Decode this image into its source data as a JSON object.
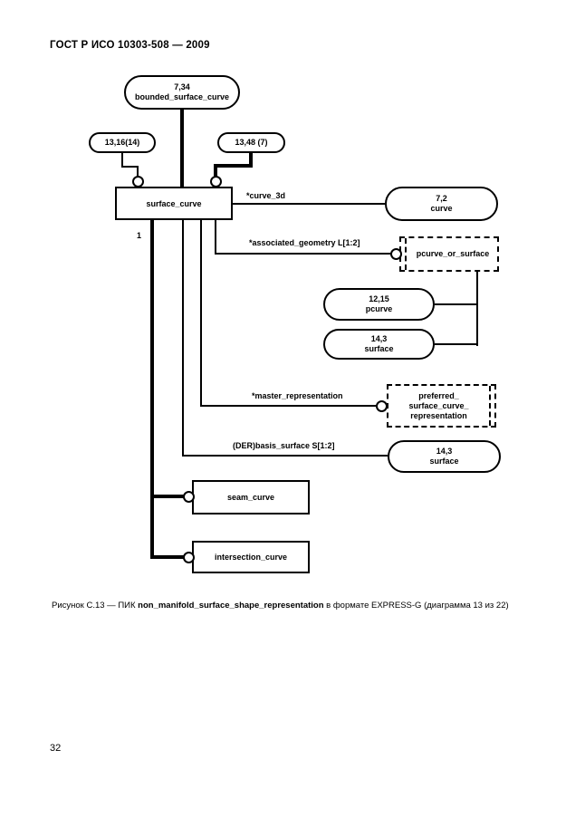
{
  "page": {
    "header": "ГОСТ Р ИСО 10303-508 — 2009",
    "page_number": "32"
  },
  "caption": {
    "prefix": "Рисунок С.13 — ПИК ",
    "entity": "non_manifold_surface_shape_representation",
    "suffix": " в формате EXPRESS-G (диаграмма 13 из 22)"
  },
  "diagram": {
    "type": "EXPRESS-G",
    "nodes": {
      "bounded_surface_curve": {
        "ref": "7,34",
        "name": "bounded_surface_curve"
      },
      "pageref_left": {
        "ref": "13,16(14)"
      },
      "pageref_right": {
        "ref": "13,48 (7)"
      },
      "surface_curve": {
        "name": "surface_curve"
      },
      "curve": {
        "ref": "7,2",
        "name": "curve"
      },
      "pcurve_or_surface": {
        "name": "pcurve_or_surface"
      },
      "pcurve": {
        "ref": "12,15",
        "name": "pcurve"
      },
      "surface_upper": {
        "ref": "14,3",
        "name": "surface"
      },
      "preferred_surface_curve_representation": {
        "line1": "preferred_",
        "line2": "surface_curve_",
        "line3": "representation"
      },
      "surface_lower": {
        "ref": "14,3",
        "name": "surface"
      },
      "seam_curve": {
        "name": "seam_curve"
      },
      "intersection_curve": {
        "name": "intersection_curve"
      }
    },
    "edge_labels": {
      "curve_3d": "*curve_3d",
      "associated_geometry": "*associated_geometry L[1:2]",
      "master_representation": "*master_representation",
      "basis_surface": "(DER)basis_surface S[1:2]",
      "subtype_index": "1"
    }
  }
}
